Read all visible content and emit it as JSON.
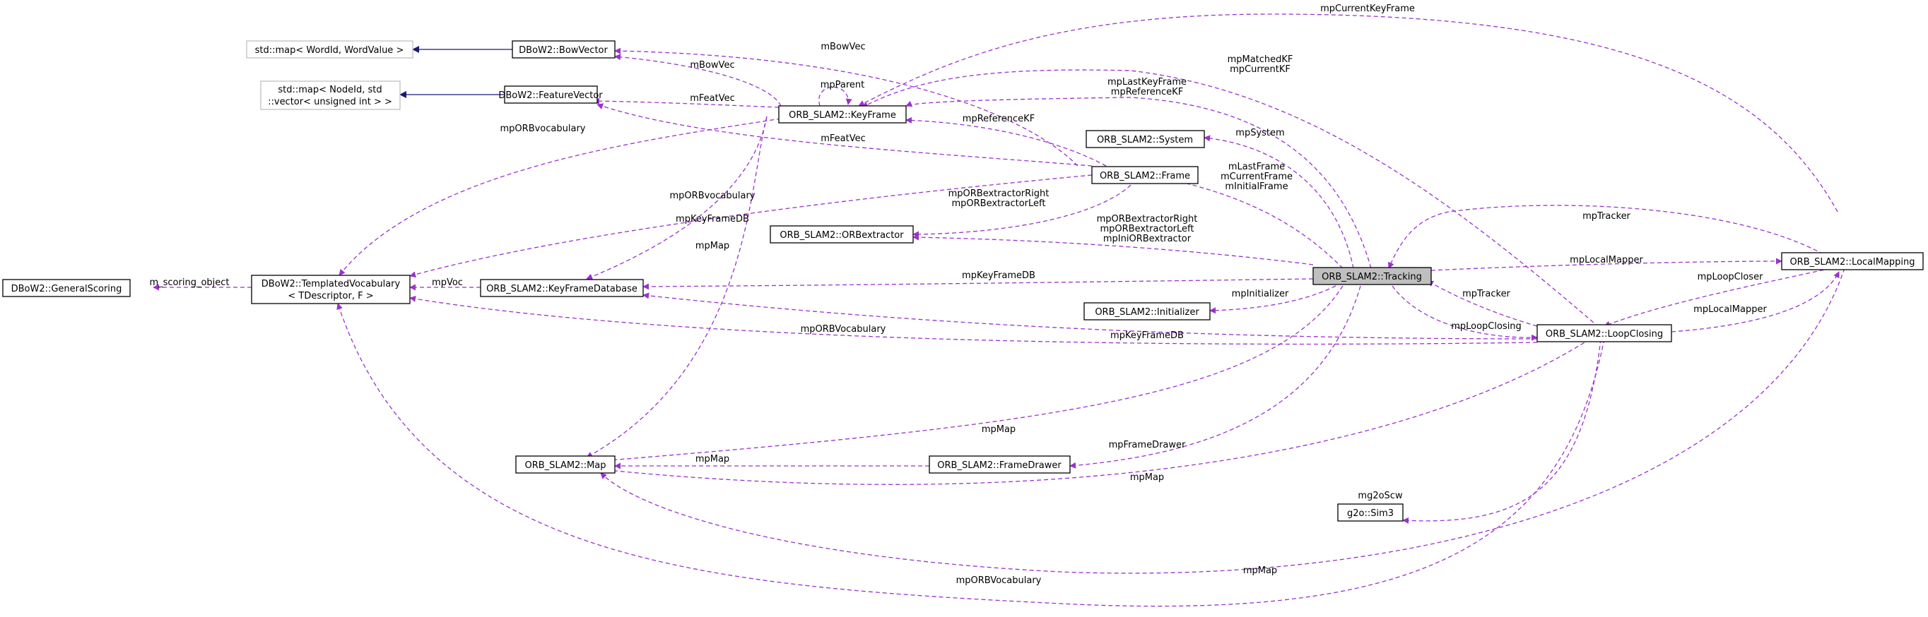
{
  "colors": {
    "dependency": "#9a32cd",
    "inheritance": "#191970",
    "focus_fill": "#bfbfbf",
    "external_border": "#bfbfbf"
  },
  "nodes": {
    "bow_map": "std::map< WordId, WordValue >",
    "feat_map_1": "std::map< NodeId, std",
    "feat_map_2": "::vector< unsigned int > >",
    "bow_vector": "DBoW2::BowVector",
    "feature_vector": "DBoW2::FeatureVector",
    "keyframe": "ORB_SLAM2::KeyFrame",
    "system": "ORB_SLAM2::System",
    "frame": "ORB_SLAM2::Frame",
    "orb_extractor": "ORB_SLAM2::ORBextractor",
    "general_scoring": "DBoW2::GeneralScoring",
    "vocab_1": "DBoW2::TemplatedVocabulary",
    "vocab_2": "< TDescriptor, F >",
    "keyframe_db": "ORB_SLAM2::KeyFrameDatabase",
    "tracking": "ORB_SLAM2::Tracking",
    "initializer": "ORB_SLAM2::Initializer",
    "local_mapping": "ORB_SLAM2::LocalMapping",
    "loop_closing": "ORB_SLAM2::LoopClosing",
    "map": "ORB_SLAM2::Map",
    "frame_drawer": "ORB_SLAM2::FrameDrawer",
    "sim3": "g2o::Sim3"
  },
  "labels": {
    "mpCurrentKeyFrame": "mpCurrentKeyFrame",
    "mBowVec_top": "mBowVec",
    "mMatchedKF_1": "mpMatchedKF",
    "mMatchedKF_2": "mpCurrentKF",
    "mBowVec_2": "mBowVec",
    "mpParent": "mpParent",
    "mFeatVec_1": "mFeatVec",
    "mpLastKF_1": "mpLastKeyFrame",
    "mpLastKF_2": "mpReferenceKF",
    "mpORBvocabulary_kf": "mpORBvocabulary",
    "mpReferenceKF": "mpReferenceKF",
    "mpSystem": "mpSystem",
    "mFeatVec_2": "mFeatVec",
    "mLastFrame_1": "mLastFrame",
    "mLastFrame_2": "mCurrentFrame",
    "mLastFrame_3": "mInitialFrame",
    "mpORBvocabulary_frame": "mpORBvocabulary",
    "extr_frame_1": "mpORBextractorRight",
    "extr_frame_2": "mpORBextractorLeft",
    "mpKeyFrameDB_kf": "mpKeyFrameDB",
    "mpTracker_top": "mpTracker",
    "extr_trk_1": "mpORBextractorRight",
    "extr_trk_2": "mpORBextractorLeft",
    "extr_trk_3": "mpIniORBextractor",
    "mpMap_kf": "mpMap",
    "m_scoring_object": "m_scoring_object",
    "mpVoc": "mpVoc",
    "mpKeyFrameDB_trk": "mpKeyFrameDB",
    "mpLocalMapper_trk": "mpLocalMapper",
    "mpInitializer": "mpInitializer",
    "mpTracker_lc": "mpTracker",
    "mpLoopCloser": "mpLoopCloser",
    "mpORBVocabulary_lc": "mpORBVocabulary",
    "mpKeyFrameDB_lc": "mpKeyFrameDB",
    "mpLoopClosing": "mpLoopClosing",
    "mpLocalMapper_lc": "mpLocalMapper",
    "mpMap_trk": "mpMap",
    "mpFrameDrawer": "mpFrameDrawer",
    "mpMap_fd": "mpMap",
    "mpMap_lc": "mpMap",
    "mg2oScw": "mg2oScw",
    "mpMap_lm": "mpMap",
    "mpORBVocabulary_bottom": "mpORBVocabulary"
  }
}
